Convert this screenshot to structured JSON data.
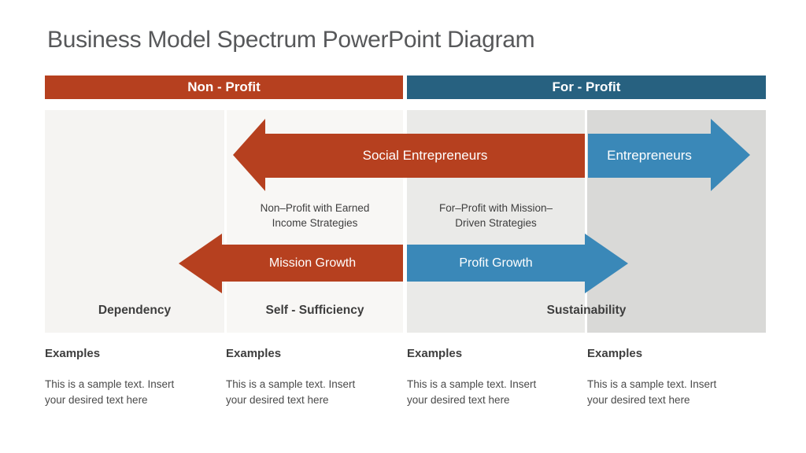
{
  "title": "Business Model Spectrum PowerPoint Diagram",
  "colors": {
    "non_profit": "#b6401f",
    "for_profit_dark": "#276180",
    "for_profit_light": "#3a88b8",
    "col_1": "#f5f4f2",
    "col_2": "#f8f7f5",
    "col_3": "#eaeae8",
    "col_4": "#d9d9d7",
    "title_text": "#57585a",
    "dark_text": "#3e3e3e",
    "body_text": "#4a4a4a"
  },
  "headers": {
    "non_profit": "Non - Profit",
    "for_profit": "For - Profit"
  },
  "arrows": {
    "social_entrepreneurs": "Social Entrepreneurs",
    "entrepreneurs": "Entrepreneurs",
    "mission_growth": "Mission Growth",
    "profit_growth": "Profit Growth"
  },
  "descriptions": {
    "non_profit": "Non–Profit with Earned\nIncome Strategies",
    "for_profit": "For–Profit with Mission–\nDriven Strategies"
  },
  "stages": {
    "dependency": "Dependency",
    "self_sufficiency": "Self - Sufficiency",
    "sustainability": "Sustainability"
  },
  "examples": [
    {
      "heading": "Examples",
      "body": "This is a sample text. Insert\nyour desired text here"
    },
    {
      "heading": "Examples",
      "body": "This is a sample text. Insert\nyour desired text here"
    },
    {
      "heading": "Examples",
      "body": "This is a sample text. Insert\nyour desired text here"
    },
    {
      "heading": "Examples",
      "body": "This is a sample text. Insert\nyour desired text here"
    }
  ]
}
